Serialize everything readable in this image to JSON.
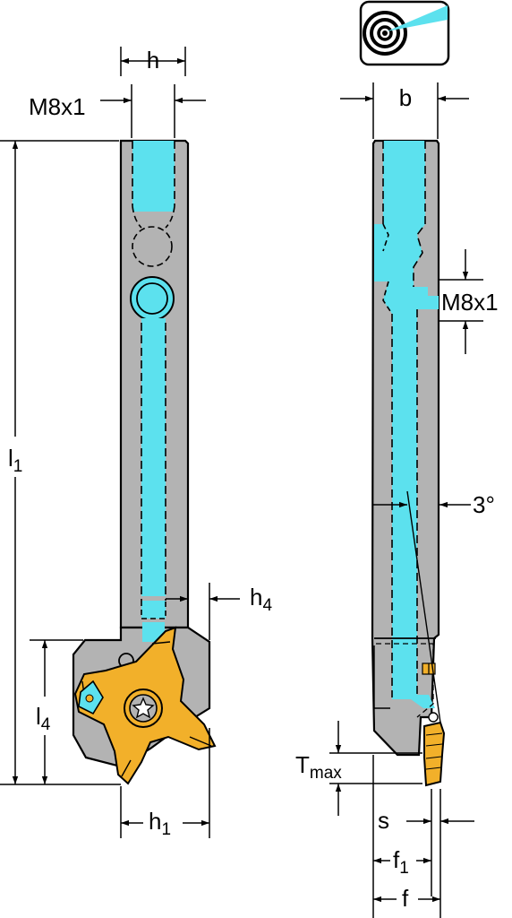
{
  "colors": {
    "body": "#b3b3b3",
    "coolant": "#5ce1ee",
    "insert": "#f2b02a",
    "line": "#000000",
    "background": "#ffffff"
  },
  "icons": {
    "coolant_badge": "coolant-target-icon"
  },
  "front_view": {
    "dim_h": "h",
    "dim_thread": "M8x1",
    "dim_l1": "l",
    "dim_l1_sub": "1",
    "dim_l4": "l",
    "dim_l4_sub": "4",
    "dim_h1": "h",
    "dim_h1_sub": "1",
    "dim_h4": "h",
    "dim_h4_sub": "4"
  },
  "side_view": {
    "dim_b": "b",
    "dim_thread": "M8x1",
    "dim_angle": "3°",
    "dim_tmax": "T",
    "dim_tmax_sub": "max",
    "dim_s": "s",
    "dim_f1": "f",
    "dim_f1_sub": "1",
    "dim_f": "f"
  }
}
